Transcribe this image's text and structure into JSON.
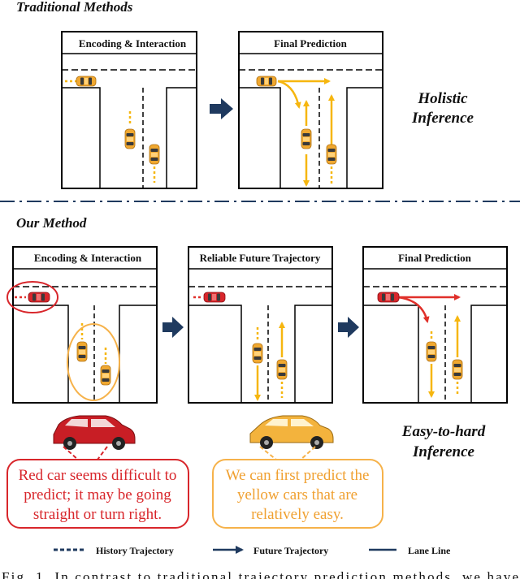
{
  "section_traditional": "Traditional Methods",
  "section_ours": "Our Method",
  "top_panels": [
    "Encoding & Interaction",
    "Final Prediction"
  ],
  "bottom_panels": [
    "Encoding & Interaction",
    "Reliable Future Trajectory",
    "Final Prediction"
  ],
  "holistic": [
    "Holistic",
    "Inference"
  ],
  "easy_to_hard": [
    "Easy-to-hard",
    "Inference"
  ],
  "red_bubble": [
    "Red car seems difficult to",
    "predict; it may be going",
    "straight or turn right."
  ],
  "yellow_bubble": [
    "We can first predict the",
    "yellow cars that are",
    "relatively easy."
  ],
  "legend": {
    "history": "History Trajectory",
    "future": "Future Trajectory",
    "lane": "Lane Line"
  },
  "caption": "Fig. 1.   In contrast to traditional trajectory prediction methods, we have",
  "colors": {
    "road_line": "#000000",
    "arrow_dark": "#1f3a5f",
    "divider": "#1f3a5f",
    "car_yellow": "#f0a830",
    "car_red": "#d8262b",
    "traj_yellow": "#f6b60f",
    "traj_red": "#e0302a",
    "bubble_red": "#d8262b",
    "bubble_orange": "#f6b24a"
  }
}
